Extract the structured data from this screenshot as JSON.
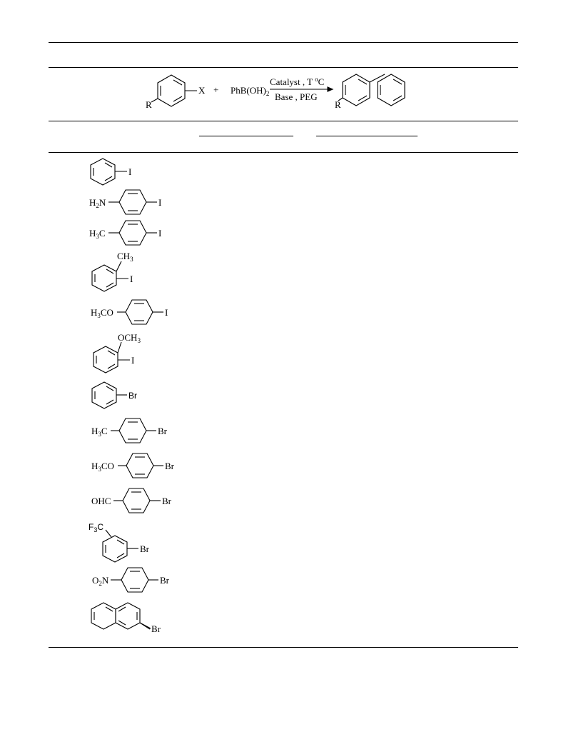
{
  "scheme": {
    "reactant_label_R": "R",
    "reactant_label_X": "X",
    "plus": "+",
    "boronic_acid_main": "PhB(OH)",
    "boronic_acid_sub": "2",
    "arrow_above_main": "Catalyst , T ",
    "arrow_above_sup": "o",
    "arrow_above_end": "C",
    "arrow_below": "Base , PEG",
    "product_label_R": "R"
  },
  "substrates": [
    {
      "id": "iodobenzene",
      "halogen": "I",
      "substituent": ""
    },
    {
      "id": "4-iodoaniline",
      "halogen": "I",
      "substituent": "H2N"
    },
    {
      "id": "4-iodotoluene",
      "halogen": "I",
      "substituent": "H3C"
    },
    {
      "id": "2-iodotoluene",
      "halogen": "I",
      "substituent": "CH3"
    },
    {
      "id": "4-iodoanisole",
      "halogen": "I",
      "substituent": "H3CO"
    },
    {
      "id": "2-iodoanisole",
      "halogen": "I",
      "substituent": "OCH3"
    },
    {
      "id": "bromobenzene",
      "halogen": "Br",
      "substituent": ""
    },
    {
      "id": "4-bromotoluene",
      "halogen": "Br",
      "substituent": "H3C"
    },
    {
      "id": "4-bromoanisole",
      "halogen": "Br",
      "substituent": "H3CO"
    },
    {
      "id": "4-bromobenzaldehyde",
      "halogen": "Br",
      "substituent": "OHC"
    },
    {
      "id": "3-bromobenzotrifluoride",
      "halogen": "Br",
      "substituent": "F3C"
    },
    {
      "id": "4-bromonitrobenzene",
      "halogen": "Br",
      "substituent": "O2N"
    },
    {
      "id": "2-bromonaphthalene",
      "halogen": "Br",
      "substituent": ""
    }
  ],
  "labels": {
    "I": "I",
    "Br": "Br",
    "H": "H",
    "N": "N",
    "C": "C",
    "CO": "CO",
    "OCH": "OCH",
    "CH": "CH",
    "OHC": "OHC",
    "F": "F",
    "O": "O",
    "sub2": "2",
    "sub3": "3"
  }
}
